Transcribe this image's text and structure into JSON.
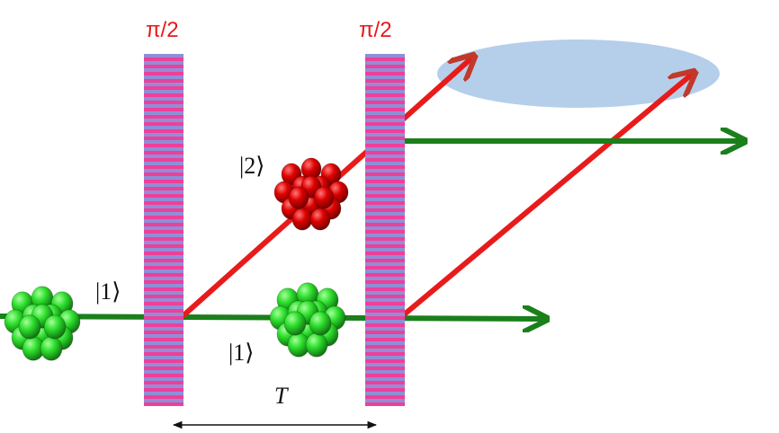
{
  "pulses": [
    {
      "label": "π/2"
    },
    {
      "label": "π/2"
    }
  ],
  "states": {
    "ground_incoming": "|1⟩",
    "excited": "|2⟩",
    "ground_between": "|1⟩"
  },
  "time_label": "T",
  "colors": {
    "pulse_pink": "#ee3f9a",
    "pulse_blue": "#8f8fd6",
    "red_path": "#e81b1b",
    "green_path": "#1b7f1b",
    "detector_ellipse": "#b5cfea",
    "green_atoms": "#2ee02e",
    "red_atoms": "#e00000",
    "label_red": "#e8171c"
  }
}
